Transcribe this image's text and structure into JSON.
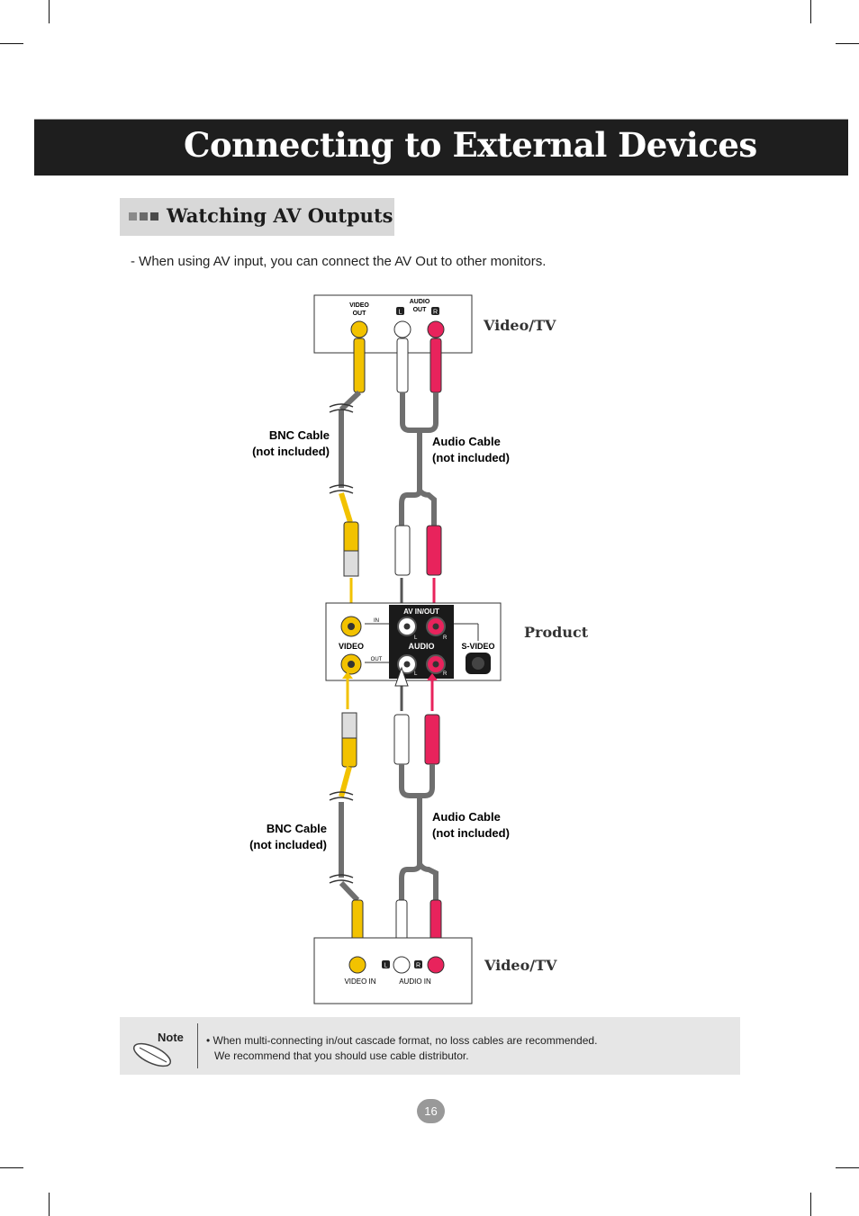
{
  "page": {
    "title": "Connecting to External Devices",
    "section_title": "Watching AV Outputs",
    "intro": "- When using AV input, you can connect the AV Out to other monitors.",
    "page_number": "16"
  },
  "diagram": {
    "top_device": {
      "label": "Video/TV",
      "video_port_label_1": "VIDEO",
      "video_port_label_2": "OUT",
      "audio_port_label_1": "AUDIO",
      "audio_port_label_2": "OUT",
      "left_badge": "L",
      "right_badge": "R"
    },
    "upper_bnc_cable": {
      "line1": "BNC Cable",
      "line2": "(not included)"
    },
    "upper_audio_cable": {
      "line1": "Audio Cable",
      "line2": "(not included)"
    },
    "product": {
      "label": "Product",
      "panel_title": "AV IN/OUT",
      "in_label": "IN",
      "out_label": "OUT",
      "video_label": "VIDEO",
      "audio_label": "AUDIO",
      "svideo_label": "S-VIDEO",
      "left_badge": "L",
      "right_badge": "R"
    },
    "lower_bnc_cable": {
      "line1": "BNC Cable",
      "line2": "(not included)"
    },
    "lower_audio_cable": {
      "line1": "Audio Cable",
      "line2": "(not included)"
    },
    "bottom_device": {
      "label": "Video/TV",
      "video_port_label": "VIDEO IN",
      "audio_port_label": "AUDIO IN",
      "left_badge": "L",
      "right_badge": "R"
    }
  },
  "note": {
    "icon_label": "Note",
    "line1": "• When multi-connecting in/out cascade format, no loss cables are recommended.",
    "line2": "We recommend that you should use cable distributor."
  },
  "colors": {
    "title_bar": "#1e1e1e",
    "section_bg": "#d8d8d8",
    "video_yellow": "#f2c200",
    "audio_red": "#e8235c",
    "cable_gray": "#6f6f6f",
    "note_bg": "#e6e6e6"
  }
}
